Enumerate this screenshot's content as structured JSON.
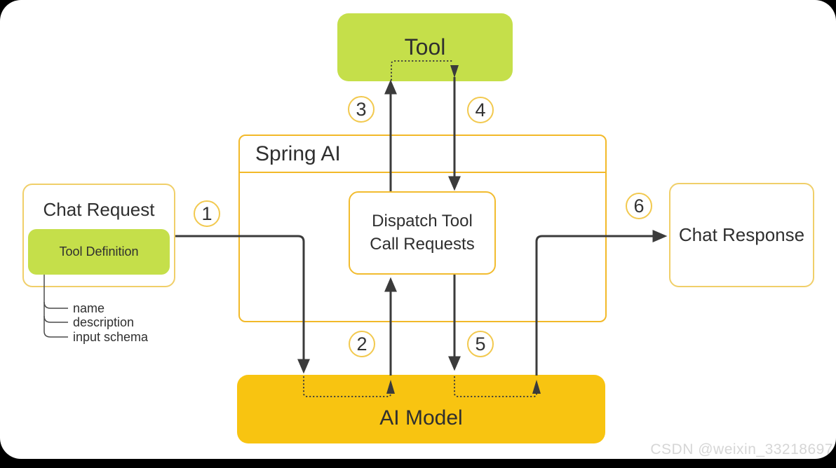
{
  "nodes": {
    "tool": {
      "label": "Tool"
    },
    "spring_ai": {
      "label": "Spring AI"
    },
    "dispatch": {
      "label": "Dispatch Tool\nCall Requests"
    },
    "chat_request": {
      "label": "Chat Request"
    },
    "tool_definition": {
      "label": "Tool Definition"
    },
    "tool_definition_fields": [
      "name",
      "description",
      "input schema"
    ],
    "chat_response": {
      "label": "Chat Response"
    },
    "ai_model": {
      "label": "AI Model"
    }
  },
  "steps": [
    "1",
    "2",
    "3",
    "4",
    "5",
    "6"
  ],
  "watermark": "CSDN @weixin_33218697",
  "colors": {
    "lime_fill": "#C5DF4A",
    "gold_fill": "#F8C411",
    "gold_border": "#F2B929",
    "soft_gold_border": "#F0CF69",
    "circle_border": "#F2C94F",
    "arrow": "#3B3B3B",
    "text": "#2F2F2F",
    "watermark_text": "#D6D6D6",
    "surface": "#FFFFFF",
    "page_background": "#000000"
  }
}
